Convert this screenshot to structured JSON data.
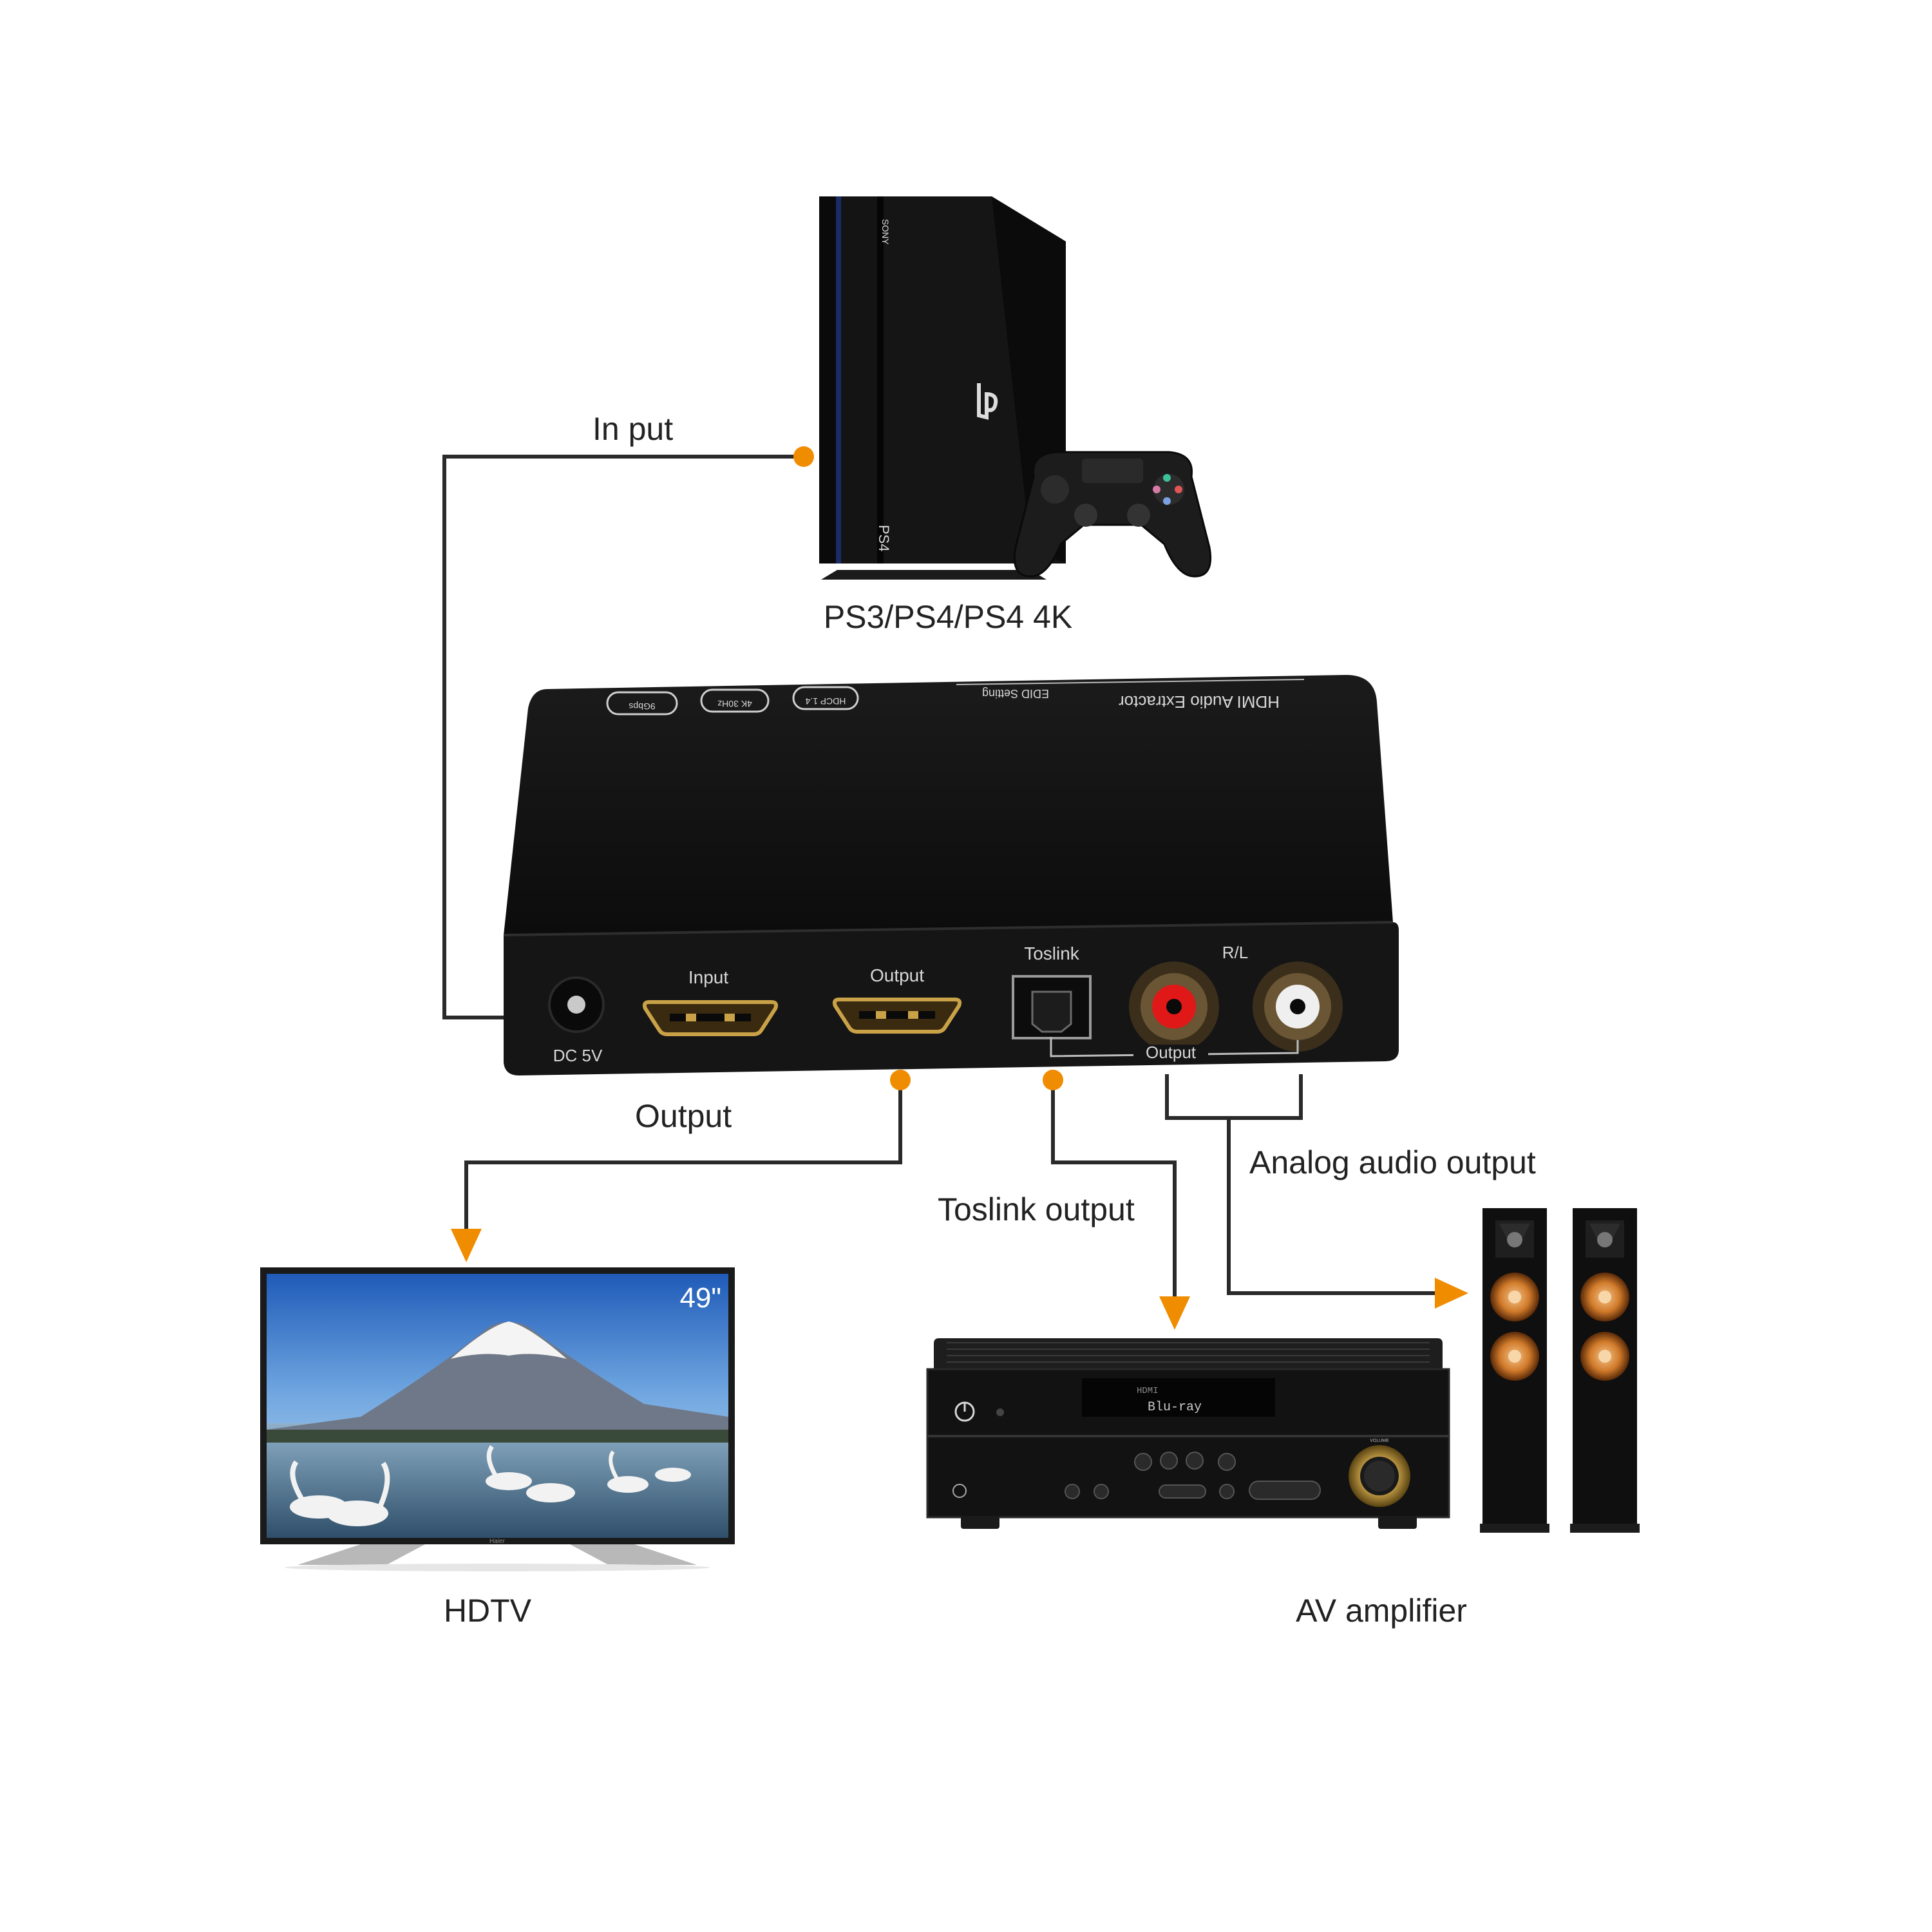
{
  "labels": {
    "input_line": "In put",
    "source": "PS3/PS4/PS4 4K",
    "hdmi_output_line": "Output",
    "toslink_line": "Toslink output",
    "analog_line": "Analog audio output",
    "tv": "HDTV",
    "amplifier": "AV amplifier"
  },
  "extractor": {
    "top_title": "HDMI Audio Extractor",
    "top_subtitle": "EDID Setting",
    "badges": [
      "HDCP 1.4",
      "4K 30Hz",
      "9Gbps"
    ],
    "port_power": "DC 5V",
    "port_input": "Input",
    "port_output": "Output",
    "port_toslink": "Toslink",
    "port_rl": "R/L",
    "port_audio_output": "Output"
  },
  "ps4": {
    "side_top": "SONY",
    "side_bottom": "PS4"
  },
  "tv": {
    "size": "49\"",
    "brand": "Haier"
  },
  "amp": {
    "display_top": "HDMI",
    "display_source": "Blu-ray",
    "knob": "VOLUME"
  },
  "colors": {
    "line": "#2a2a2a",
    "accent": "#f08c00",
    "device": "#111111"
  }
}
